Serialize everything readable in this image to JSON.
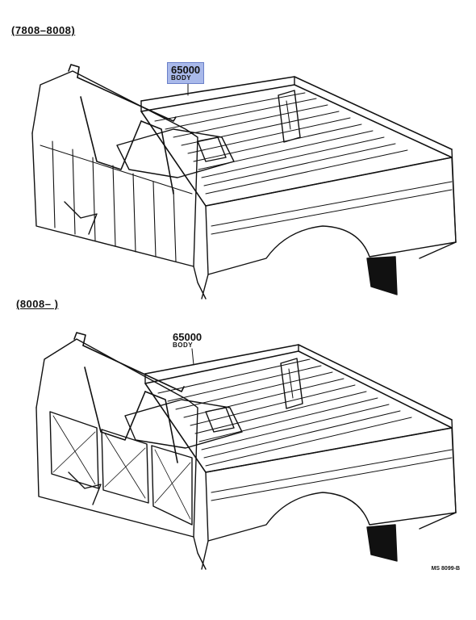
{
  "diagram": {
    "top": {
      "range": "(7808–8008)",
      "part_number": "65000",
      "part_name": "BODY",
      "highlight_color": "#a9b9ea"
    },
    "bottom": {
      "range": "(8008–      )",
      "part_number": "65000",
      "part_name": "BODY"
    },
    "drawing_code": "MS 8099-B"
  }
}
